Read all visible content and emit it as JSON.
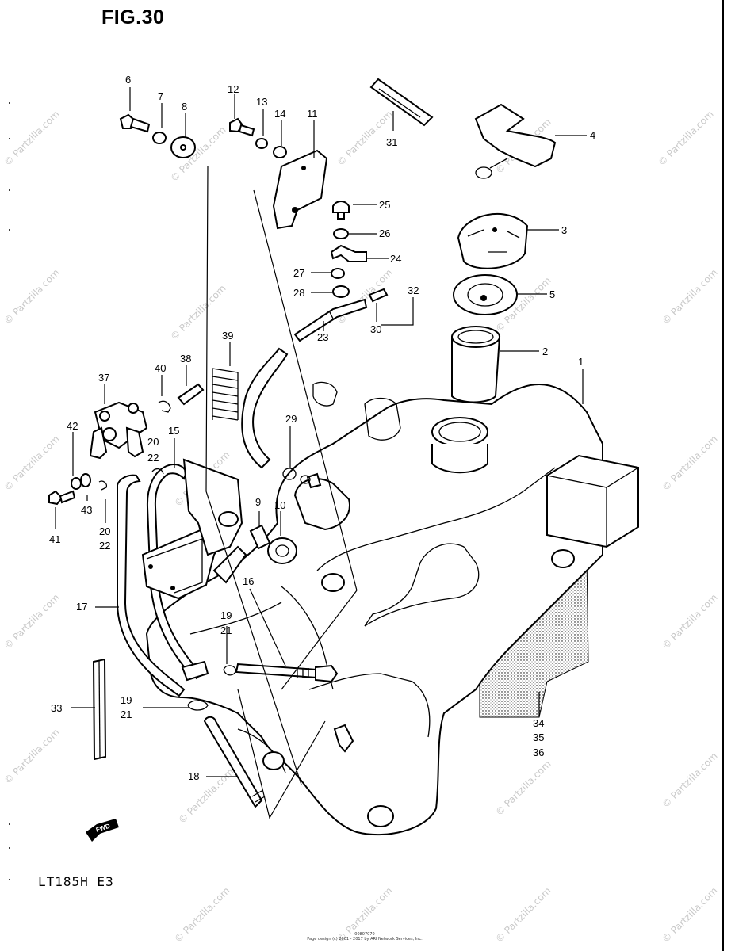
{
  "figure_title": "FIG.30",
  "model_code": "LT185H  E3",
  "watermark": "© Partzilla.com",
  "footer_line1": "00807070",
  "footer_line2": "Page design (c) 2001 - 2017 by ARI Network Services, Inc.",
  "front_arrow_label": "FWD",
  "callouts": {
    "c1": "1",
    "c2": "2",
    "c3": "3",
    "c4": "4",
    "c5": "5",
    "c6": "6",
    "c7": "7",
    "c8": "8",
    "c9": "9",
    "c10": "10",
    "c11": "11",
    "c12": "12",
    "c13": "13",
    "c14": "14",
    "c15": "15",
    "c16": "16",
    "c17": "17",
    "c18": "18",
    "c19a": "19",
    "c21a": "21",
    "c19b": "19",
    "c21b": "21",
    "c20a": "20",
    "c22a": "22",
    "c20b": "20",
    "c22b": "22",
    "c23": "23",
    "c24": "24",
    "c25": "25",
    "c26": "26",
    "c27": "27",
    "c28": "28",
    "c29": "29",
    "c30": "30",
    "c31": "31",
    "c32": "32",
    "c33": "33",
    "c34": "34",
    "c35": "35",
    "c36": "36",
    "c37": "37",
    "c38": "38",
    "c39": "39",
    "c40": "40",
    "c41": "41",
    "c42": "42",
    "c43": "43"
  }
}
